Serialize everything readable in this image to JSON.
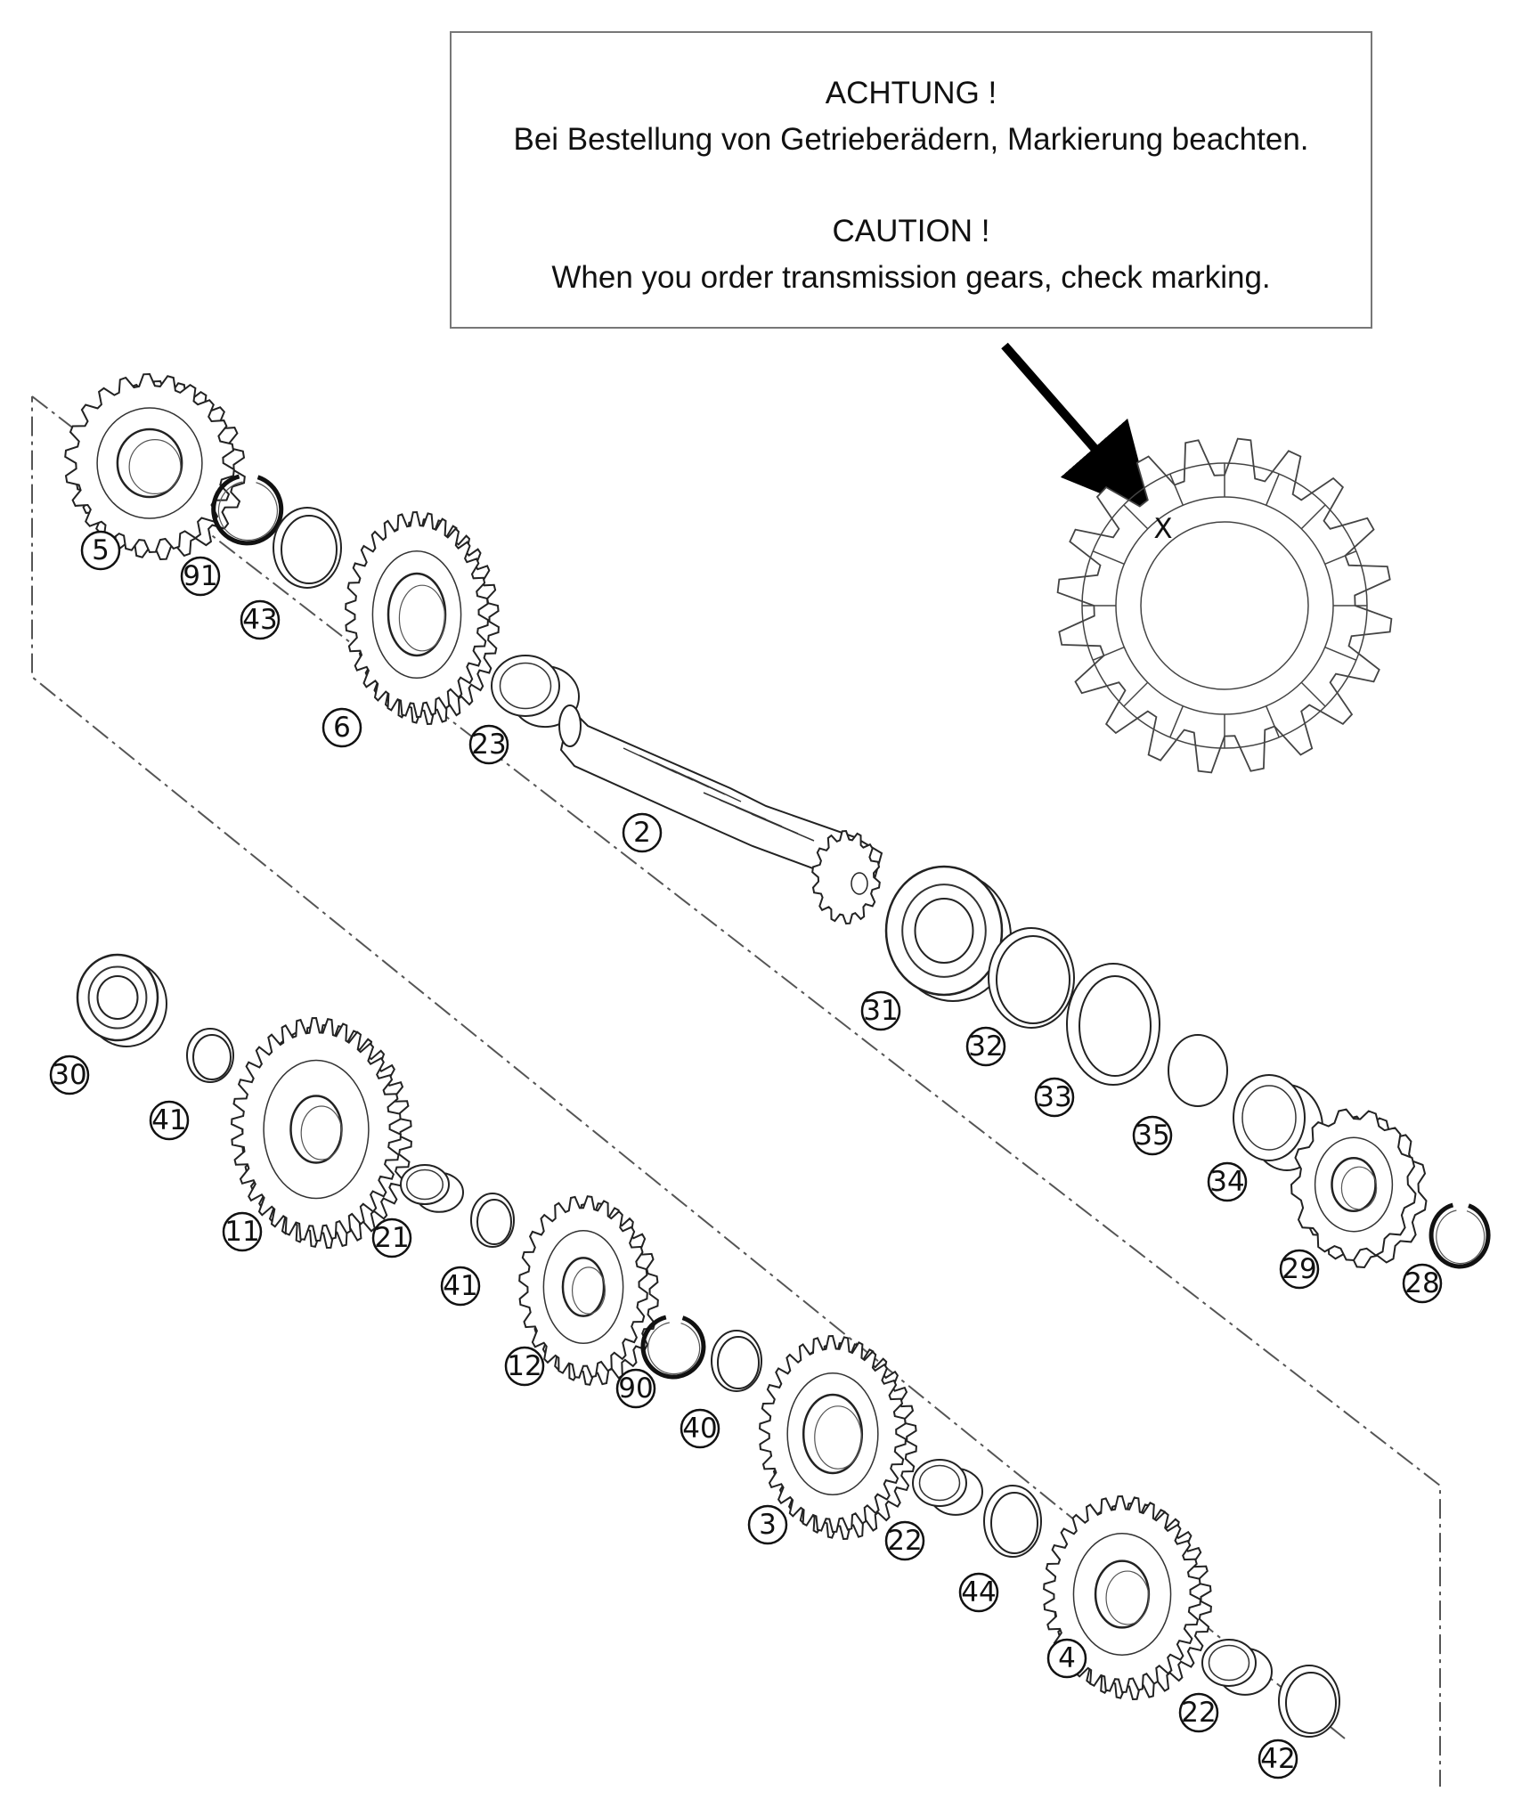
{
  "notice": {
    "de_heading": "ACHTUNG !",
    "de_text": "Bei Bestellung von Getrieberädern, Markierung beachten.",
    "en_heading": "CAUTION !",
    "en_text": "When you order transmission gears, check marking."
  },
  "marking_symbol": "X",
  "callouts": [
    "5",
    "91",
    "43",
    "6",
    "23",
    "2",
    "31",
    "32",
    "33",
    "35",
    "34",
    "29",
    "28",
    "30",
    "41",
    "11",
    "21",
    "41",
    "12",
    "90",
    "40",
    "3",
    "22",
    "44",
    "4",
    "22",
    "42"
  ]
}
